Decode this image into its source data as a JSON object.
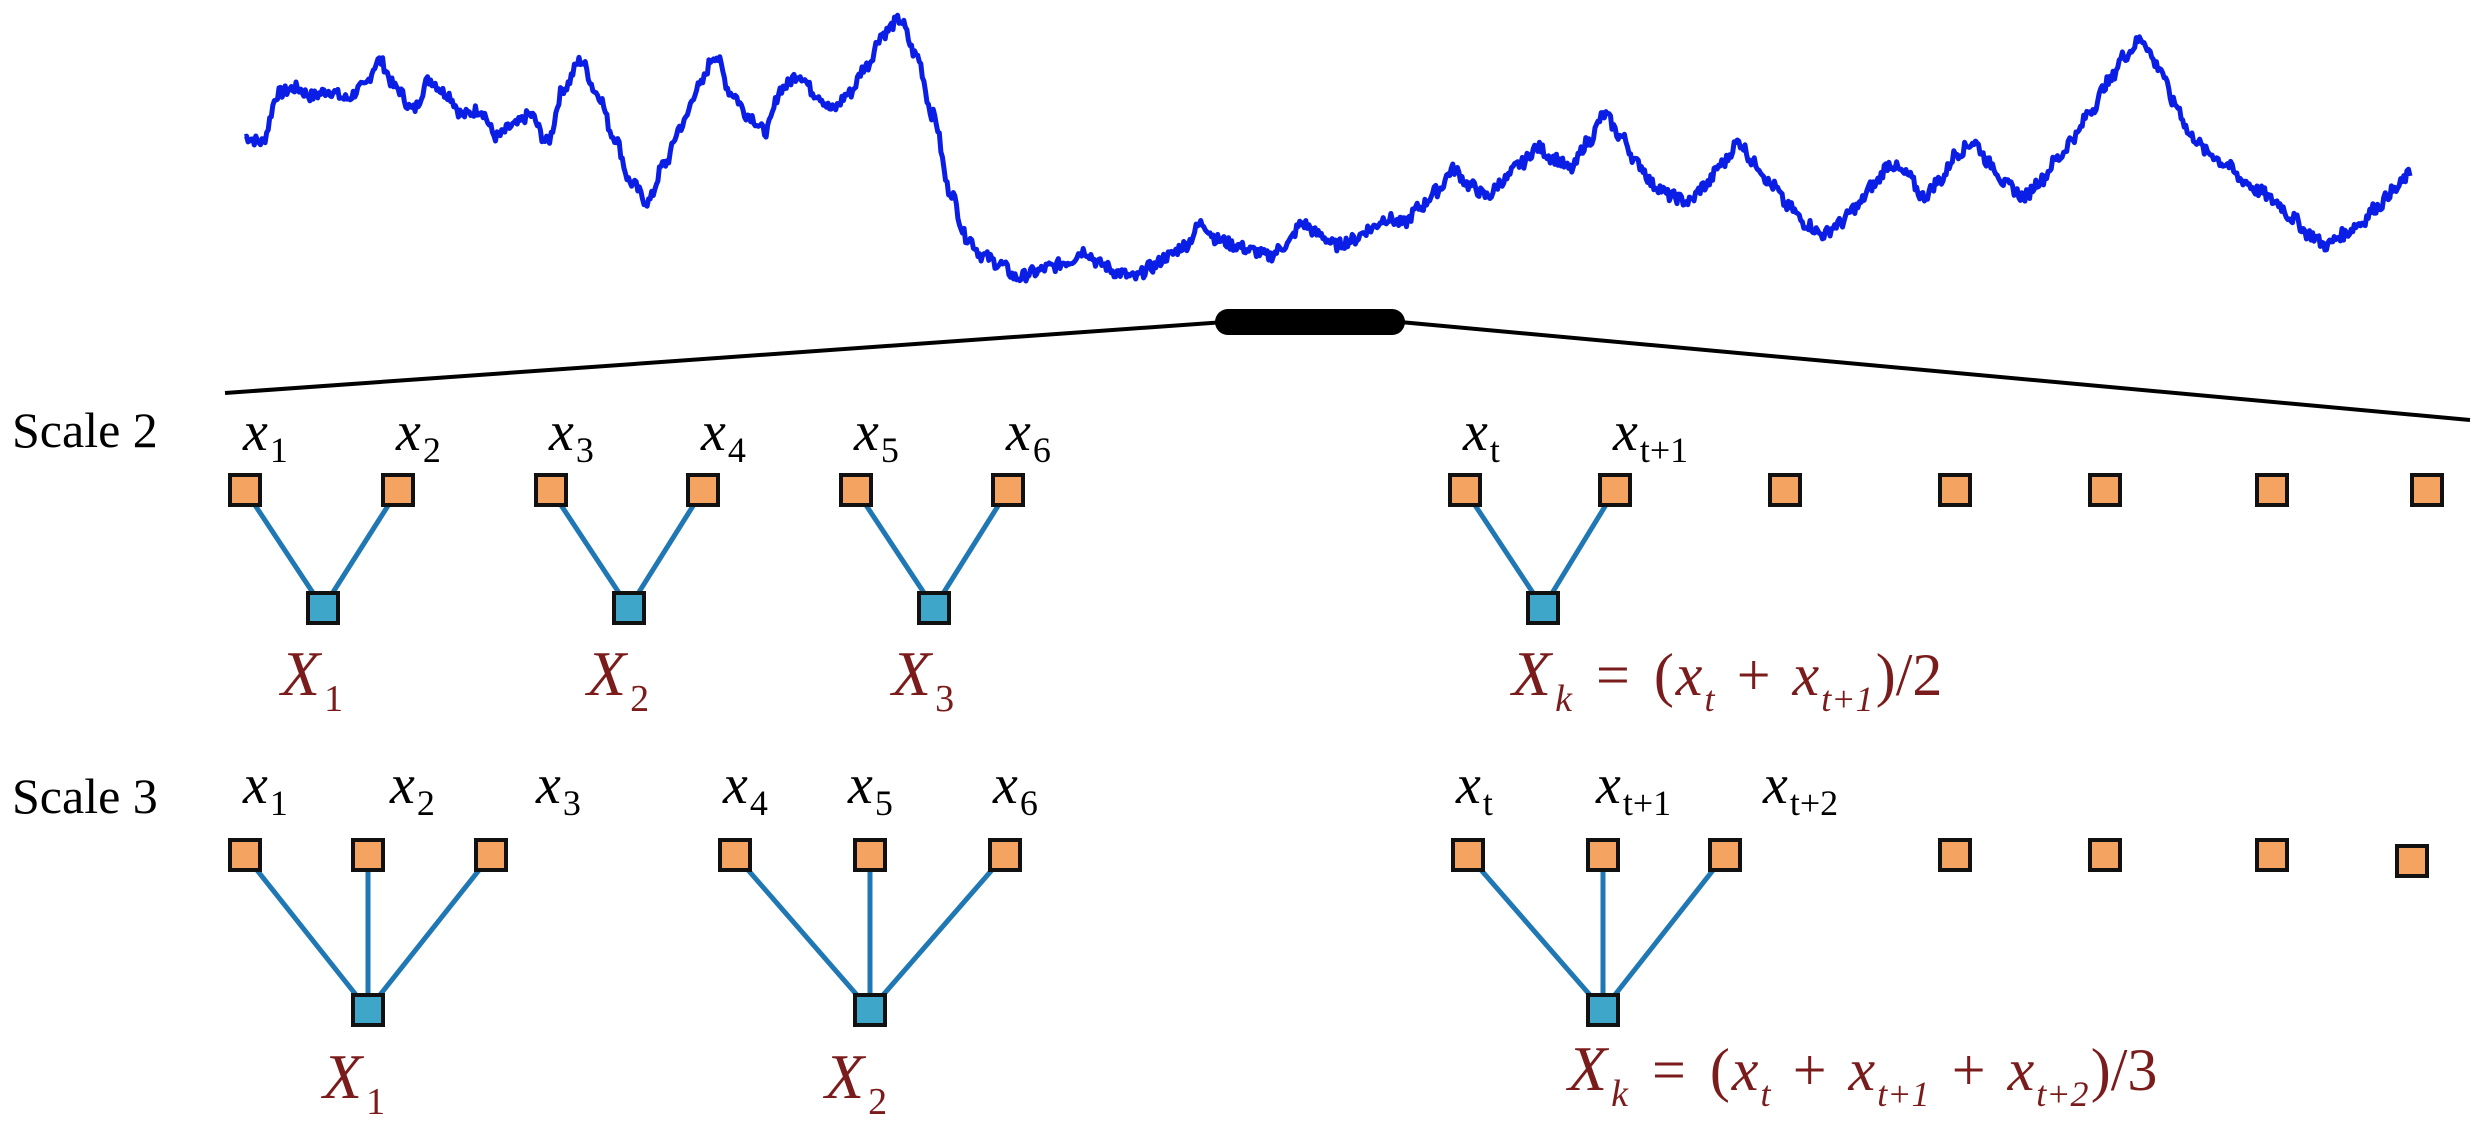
{
  "colors": {
    "signal": "#0b1ee6",
    "node_orange": "#f4a460",
    "node_blue": "#3ea6c8",
    "edge": "#1f77b4",
    "aggregate_text": "#7b1c1c",
    "dots_orange": "#f79646"
  },
  "signal_series": [
    0.62,
    0.6,
    0.78,
    0.8,
    0.77,
    0.79,
    0.76,
    0.8,
    0.9,
    0.8,
    0.72,
    0.83,
    0.78,
    0.7,
    0.72,
    0.62,
    0.66,
    0.7,
    0.6,
    0.8,
    0.9,
    0.78,
    0.62,
    0.45,
    0.38,
    0.52,
    0.66,
    0.8,
    0.92,
    0.78,
    0.7,
    0.64,
    0.8,
    0.85,
    0.78,
    0.72,
    0.78,
    0.88,
    1.0,
    1.05,
    0.92,
    0.7,
    0.42,
    0.25,
    0.18,
    0.15,
    0.1,
    0.12,
    0.14,
    0.16,
    0.2,
    0.15,
    0.12,
    0.1,
    0.14,
    0.18,
    0.22,
    0.3,
    0.24,
    0.22,
    0.2,
    0.18,
    0.22,
    0.3,
    0.26,
    0.22,
    0.24,
    0.28,
    0.32,
    0.3,
    0.36,
    0.42,
    0.5,
    0.44,
    0.4,
    0.46,
    0.52,
    0.58,
    0.54,
    0.5,
    0.6,
    0.7,
    0.62,
    0.52,
    0.44,
    0.4,
    0.38,
    0.44,
    0.52,
    0.6,
    0.52,
    0.44,
    0.36,
    0.3,
    0.26,
    0.3,
    0.36,
    0.44,
    0.52,
    0.48,
    0.4,
    0.46,
    0.56,
    0.6,
    0.52,
    0.44,
    0.4,
    0.46,
    0.54,
    0.62,
    0.72,
    0.82,
    0.92,
    0.98,
    0.88,
    0.74,
    0.62,
    0.56,
    0.52,
    0.46,
    0.42,
    0.38,
    0.32,
    0.26,
    0.22,
    0.26,
    0.3,
    0.36,
    0.42,
    0.48
  ],
  "magnifier": {
    "label": ""
  },
  "scale2": {
    "label": "Scale 2",
    "groups": [
      {
        "top": [
          {
            "v": "x",
            "s": "1"
          },
          {
            "v": "x",
            "s": "2"
          }
        ],
        "agg": {
          "v": "X",
          "s": "1"
        }
      },
      {
        "top": [
          {
            "v": "x",
            "s": "3"
          },
          {
            "v": "x",
            "s": "4"
          }
        ],
        "agg": {
          "v": "X",
          "s": "2"
        }
      },
      {
        "top": [
          {
            "v": "x",
            "s": "5"
          },
          {
            "v": "x",
            "s": "6"
          }
        ],
        "agg": {
          "v": "X",
          "s": "3"
        }
      },
      {
        "top": [
          {
            "v": "x",
            "s": "t"
          },
          {
            "v": "x",
            "s": "t+1"
          }
        ],
        "agg": {
          "v": "X",
          "s": "k"
        }
      }
    ],
    "ellipsis": "···",
    "formula": {
      "lhs_var": "X",
      "lhs_sub": "k",
      "eq": "=",
      "open": "(",
      "terms": [
        {
          "v": "x",
          "s": "t"
        },
        {
          "v": "x",
          "s": "t+1"
        }
      ],
      "plus": "+",
      "close": ")/2"
    }
  },
  "scale3": {
    "label": "Scale 3",
    "groups": [
      {
        "top": [
          {
            "v": "x",
            "s": "1"
          },
          {
            "v": "x",
            "s": "2"
          },
          {
            "v": "x",
            "s": "3"
          }
        ],
        "agg": {
          "v": "X",
          "s": "1"
        }
      },
      {
        "top": [
          {
            "v": "x",
            "s": "4"
          },
          {
            "v": "x",
            "s": "5"
          },
          {
            "v": "x",
            "s": "6"
          }
        ],
        "agg": {
          "v": "X",
          "s": "2"
        }
      },
      {
        "top": [
          {
            "v": "x",
            "s": "t"
          },
          {
            "v": "x",
            "s": "t+1"
          },
          {
            "v": "x",
            "s": "t+2"
          }
        ],
        "agg": {
          "v": "X",
          "s": "k"
        }
      }
    ],
    "ellipsis": "···",
    "formula": {
      "lhs_var": "X",
      "lhs_sub": "k",
      "eq": "=",
      "open": "(",
      "terms": [
        {
          "v": "x",
          "s": "t"
        },
        {
          "v": "x",
          "s": "t+1"
        },
        {
          "v": "x",
          "s": "t+2"
        }
      ],
      "plus": "+",
      "close": ")/3"
    }
  }
}
